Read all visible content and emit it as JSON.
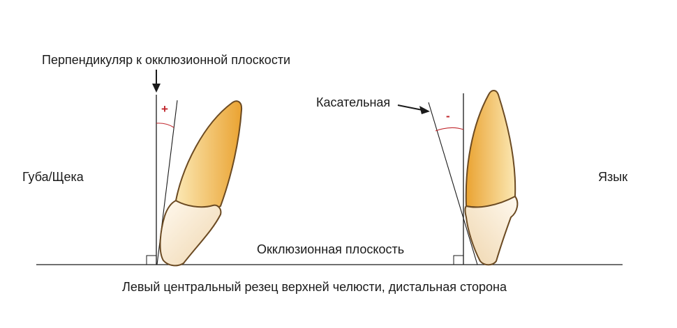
{
  "labels": {
    "perpendicular": "Перпендикуляр к окклюзионной плоскости",
    "tangent": "Касательная",
    "lip_cheek": "Губа/Щека",
    "tongue": "Язык",
    "occlusal_plane": "Окклюзионная плоскость",
    "caption": "Левый центральный резец верхней челюсти, дистальная сторона"
  },
  "angle_signs": {
    "left": "+",
    "right": "-"
  },
  "colors": {
    "angle_mark": "#c0262c",
    "tooth_root_light": "#fbe3a8",
    "tooth_root_dark": "#eaa72e",
    "tooth_crown_light": "#fdf6ea",
    "tooth_crown_dark": "#f0d9b6",
    "tooth_outline": "#6b4a22",
    "line": "#1a1a1a"
  }
}
